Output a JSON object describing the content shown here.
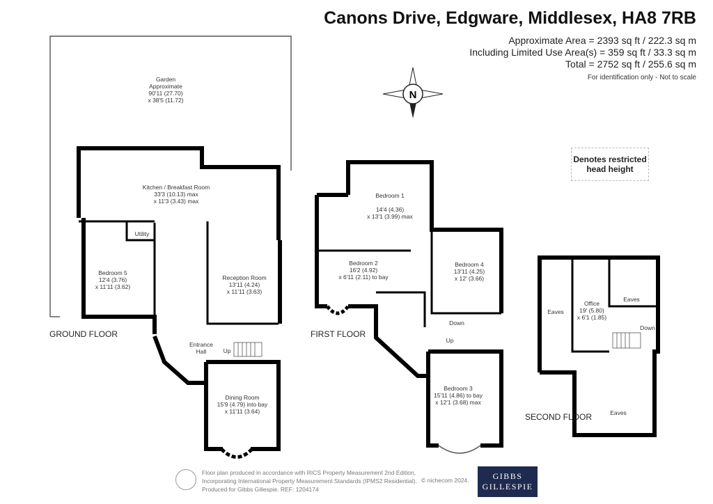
{
  "header": {
    "title": "Canons Drive, Edgware, Middlesex, HA8 7RB",
    "approx_area": "Approximate Area = 2393 sq ft / 222.3 sq m",
    "limited_use": "Including Limited Use Area(s) = 359 sq ft / 33.3 sq m",
    "total": "Total = 2752 sq ft / 255.6 sq m",
    "note": "For identification only - Not to scale"
  },
  "compass": {
    "label": "N"
  },
  "legend": {
    "restricted_line1": "Denotes restricted",
    "restricted_line2": "head height"
  },
  "floors": {
    "ground": "GROUND FLOOR",
    "first": "FIRST FLOOR",
    "second": "SECOND FLOOR"
  },
  "rooms": {
    "garden": [
      "Garden",
      "Approximate",
      "90'11 (27.70)",
      "x 38'5 (11.72)"
    ],
    "kitchen": [
      "Kitchen / Breakfast Room",
      "33'3 (10.13) max",
      "x 11'3 (3.43) max"
    ],
    "utility": [
      "Utility"
    ],
    "bedroom5": [
      "Bedroom 5",
      "12'4 (3.76)",
      "x 11'11 (3.62)"
    ],
    "reception": [
      "Reception Room",
      "13'11 (4.24)",
      "x 11'11 (3.63)"
    ],
    "hall": [
      "Entrance",
      "Hall"
    ],
    "dining": [
      "Dining Room",
      "15'9 (4.79) into bay",
      "x 11'11 (3.64)"
    ],
    "bedroom1": [
      "Bedroom 1",
      "14'4 (4.36)",
      "x 13'1 (3.99) max"
    ],
    "bedroom2": [
      "Bedroom 2",
      "16'2 (4.92)",
      "x 6'11 (2.11) to bay"
    ],
    "bedroom4": [
      "Bedroom 4",
      "13'11 (4.25)",
      "x 12' (3.66)"
    ],
    "bedroom3": [
      "Bedroom 3",
      "15'11 (4.86) to bay",
      "x 12'1 (3.68) max"
    ],
    "office": [
      "Office",
      "19' (5.80)",
      "x 6'1 (1.85)"
    ],
    "eaves": "Eaves",
    "up": "Up",
    "down": "Down"
  },
  "footer": {
    "line1": "Floor plan produced in accordance with RICS Property Measurement 2nd Edition,",
    "line2": "Incorporating International Property Measurement Standards (IPMS2 Residential).",
    "line3": "Produced for Gibbs Gillespie.   REF: 1204174",
    "copyright": "© nichecom 2024.",
    "logo_line1": "GIBBS",
    "logo_line2": "GILLESPIE"
  },
  "colors": {
    "wall": "#000000",
    "logo_bg": "#1e2a50"
  }
}
